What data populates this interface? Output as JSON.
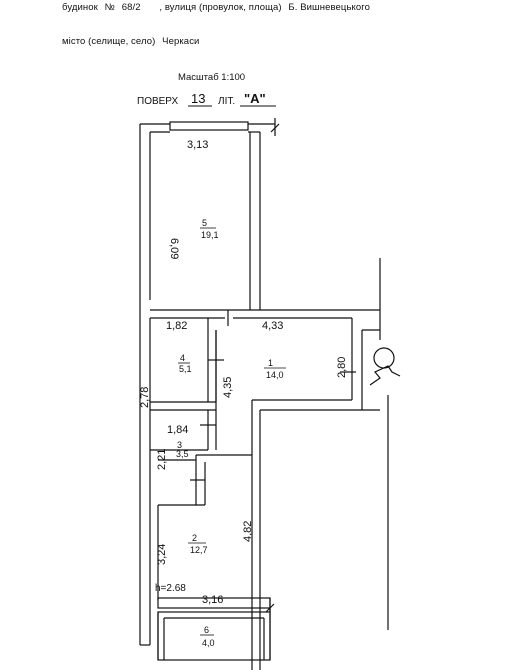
{
  "header": {
    "house_label": "будинок",
    "house_number_label": "№",
    "house_number": "68/2",
    "street_label": ", вулиця (провулок, площа)",
    "street_name": "Б. Вишневецького",
    "city_label": "місто (селище, село)",
    "city_name": "Черкаси"
  },
  "plan": {
    "scale_text": "Масштаб 1:100",
    "floor_label": "ПОВЕРХ",
    "floor_number": "13",
    "letter_label": "ЛІТ.",
    "letter_value": "\"А\"",
    "height_text": "h=2.68"
  },
  "rooms": [
    {
      "number": "5",
      "area": "19,1"
    },
    {
      "number": "4",
      "area": "5,1"
    },
    {
      "number": "1",
      "area": "14,0"
    },
    {
      "number": "3",
      "area": "3,5"
    },
    {
      "number": "2",
      "area": "12,7"
    },
    {
      "number": "6",
      "area": "4,0"
    }
  ],
  "dimensions": {
    "room5_width": "3,13",
    "room5_length": "6,09",
    "room4_width": "1,82",
    "room4_length": "2,78",
    "room1_width": "4,33",
    "room1_height": "2,80",
    "corridor_length": "4,35",
    "room3_width": "1,84",
    "room3_length": "2,21",
    "room2_width": "3,16",
    "room2_length_left": "3,24",
    "room2_length_right": "4,82"
  }
}
